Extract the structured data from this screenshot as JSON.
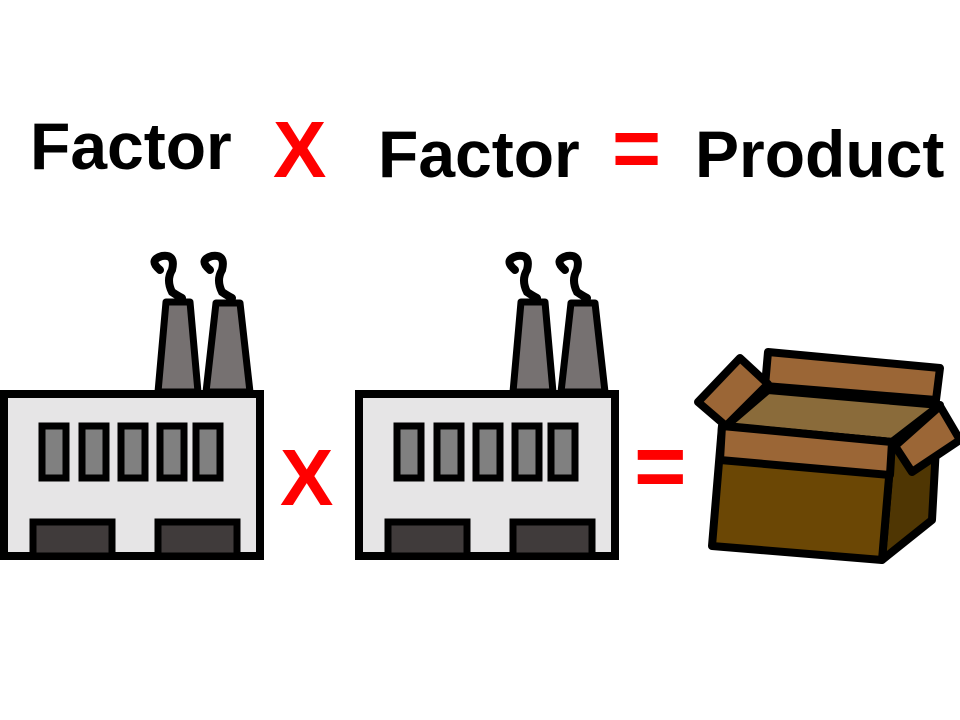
{
  "equation": {
    "factor1": "Factor",
    "times": "X",
    "factor2": "Factor",
    "equals": "=",
    "product": "Product"
  },
  "picture_equation": {
    "times": "X",
    "equals": "="
  },
  "colors": {
    "accent": "#ff0000",
    "factory_wall": "#e6e5e6",
    "window": "#808080",
    "door": "#403b3b",
    "chimney": "#767171",
    "box_front": "#6b4705",
    "box_flap": "#9b6636",
    "box_inside": "#8a6b3a",
    "box_side": "#4f3603"
  }
}
